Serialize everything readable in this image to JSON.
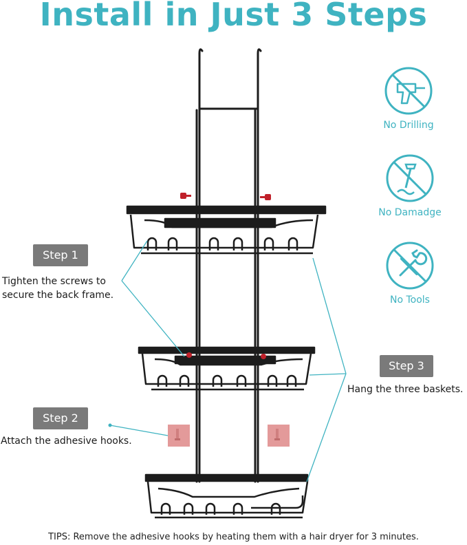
{
  "header": {
    "title": "Install in Just 3 Steps"
  },
  "steps": [
    {
      "badge": "Step 1",
      "text_line1": "Tighten the screws to",
      "text_line2": "secure the back frame."
    },
    {
      "badge": "Step 2",
      "text_line1": "Attach the adhesive hooks."
    },
    {
      "badge": "Step 3",
      "text_line1": "Hang the three baskets."
    }
  ],
  "features": [
    {
      "icon": "no-drilling-icon",
      "label": "No Drilling"
    },
    {
      "icon": "no-damage-icon",
      "label": "No Damadge"
    },
    {
      "icon": "no-tools-icon",
      "label": "No Tools"
    }
  ],
  "tips": "TIPS: Remove the adhesive hooks by heating them with a hair dryer for 3 minutes.",
  "colors": {
    "accent": "#3fb3c1",
    "badge": "#7a7a7a",
    "product": "#1c1c1c",
    "screw": "#c0202a",
    "hook": "#e39a9a"
  }
}
